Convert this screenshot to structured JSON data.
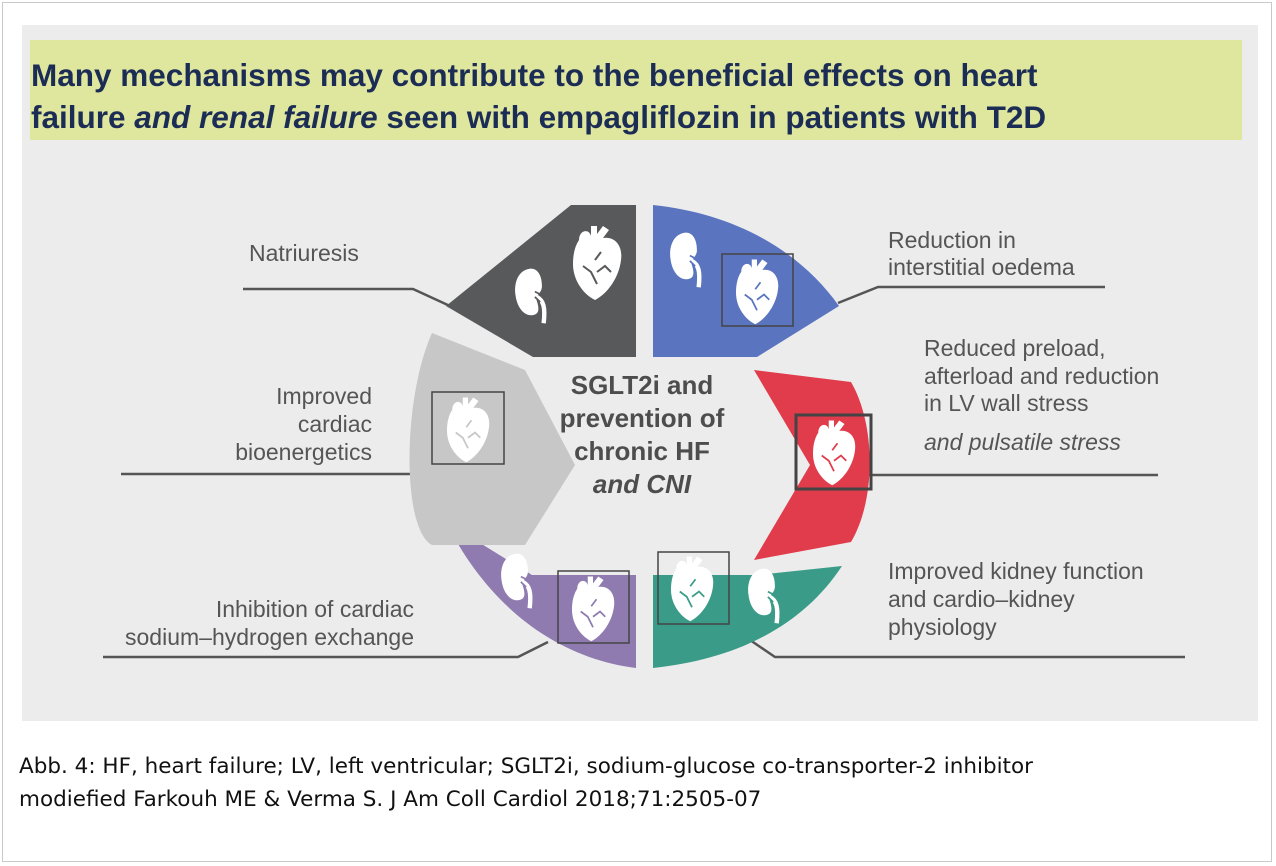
{
  "title": {
    "line1": "Many mechanisms may contribute to the beneficial effects on heart",
    "line2_start": "failure ",
    "line2_italic": "and renal failure",
    "line2_end": " seen with empagliflozin in patients with T2D"
  },
  "center": {
    "line1": "SGLT2i and",
    "line2": "prevention of",
    "line3": "chronic HF",
    "line4": "and CNI"
  },
  "segments": {
    "natriuresis": {
      "color": "#58595b",
      "icons": [
        "kidney-icon",
        "heart-icon"
      ]
    },
    "interstitial": {
      "color": "#5a74bf",
      "icons": [
        "kidney-icon",
        "heart-icon"
      ]
    },
    "preload": {
      "color": "#e03c4b",
      "icons": [
        "heart-icon"
      ]
    },
    "kidney": {
      "color": "#3a9c88",
      "icons": [
        "heart-icon",
        "kidney-icon"
      ]
    },
    "exchange": {
      "color": "#8f7bb0",
      "icons": [
        "kidney-icon",
        "heart-icon"
      ]
    },
    "bioenergetics": {
      "color": "#c7c7c7",
      "icons": [
        "heart-icon"
      ]
    }
  },
  "labels": {
    "natriuresis": "Natriuresis",
    "interstitial_1": "Reduction in",
    "interstitial_2": "interstitial oedema",
    "preload_1": "Reduced preload,",
    "preload_2": "afterload and reduction",
    "preload_3": "in LV wall stress",
    "preload_4": "and pulsatile stress",
    "kidney_1": "Improved kidney function",
    "kidney_2": "and cardio–kidney",
    "kidney_3": "physiology",
    "exchange_1": "Inhibition of cardiac",
    "exchange_2": "sodium–hydrogen exchange",
    "bio_1": "Improved",
    "bio_2": "cardiac",
    "bio_3": "bioenergetics"
  },
  "caption": {
    "line1": "Abb. 4: HF, heart failure; LV, left ventricular; SGLT2i, sodium-glucose co-transporter-2 inhibitor",
    "line2": "modiefied Farkouh ME & Verma S. J Am Coll Cardiol 2018;71:2505-07"
  }
}
